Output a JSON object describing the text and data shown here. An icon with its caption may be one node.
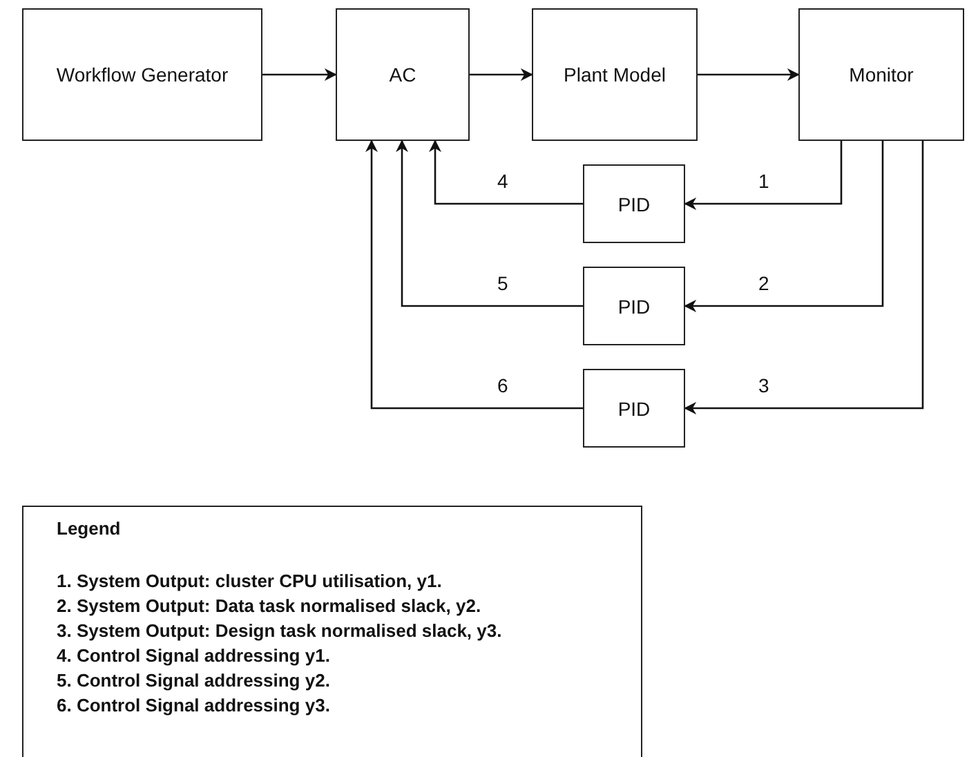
{
  "diagram": {
    "nodes": [
      {
        "text": [
          "Workflow Generator"
        ]
      },
      {
        "text": [
          "AC"
        ]
      },
      {
        "text": [
          "Plant Model"
        ]
      },
      {
        "text": [
          "Monitor"
        ]
      },
      {
        "text": [
          "PID"
        ]
      },
      {
        "text": [
          "PID"
        ]
      },
      {
        "text": [
          "PID"
        ]
      },
      {
        "text": [
          "Legend",
          "1. System Output: cluster CPU utilisation, y1.",
          "2. System Output: Data task normalised slack, y2.",
          "3. System Output: Design task normalised slack, y3.",
          "4. Control Signal addressing y1.",
          "5. Control Signal addressing y2.",
          "6. Control Signal addressing y3."
        ]
      }
    ],
    "edges": [
      {
        "from": 0,
        "to": 1,
        "arrow": "to"
      },
      {
        "from": 1,
        "to": 2,
        "arrow": "to"
      },
      {
        "from": 2,
        "to": 3,
        "arrow": "to"
      },
      {
        "from": 3,
        "to": 4,
        "arrow": "to",
        "label": "1"
      },
      {
        "from": 3,
        "to": 5,
        "arrow": "to",
        "label": "2"
      },
      {
        "from": 3,
        "to": 6,
        "arrow": "to",
        "label": "3"
      },
      {
        "from": 4,
        "to": 1,
        "arrow": "to",
        "label": "4"
      },
      {
        "from": 5,
        "to": 1,
        "arrow": "to",
        "label": "5"
      },
      {
        "from": 6,
        "to": 1,
        "arrow": "to",
        "label": "6"
      }
    ]
  }
}
